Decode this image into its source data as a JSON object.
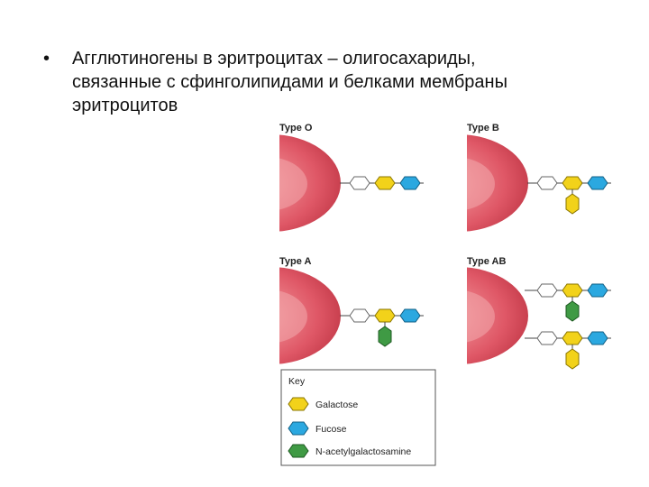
{
  "slide": {
    "bullet_symbol": "•",
    "bullet_lines": [
      "Агглютиногены в эритроцитах – олигосахариды,",
      "связанные с сфинголипидами и белками мембраны",
      "эритроцитов"
    ]
  },
  "diagram": {
    "panels": [
      {
        "label": "Type O"
      },
      {
        "label": "Type B"
      },
      {
        "label": "Type A"
      },
      {
        "label": "Type AB"
      }
    ],
    "key": {
      "title": "Key",
      "items": [
        {
          "label": "Galactose",
          "color": "#f2d21a"
        },
        {
          "label": "Fucose",
          "color": "#2ba8e0"
        },
        {
          "label": "N-acetylgalactosamine",
          "color": "#3f9a44"
        }
      ]
    },
    "colors": {
      "galactose": "#f2d21a",
      "fucose": "#2ba8e0",
      "n_acetylgalactosamine": "#3f9a44",
      "unlabeled_sugar": "#ffffff",
      "cell": "#e0626d"
    }
  }
}
